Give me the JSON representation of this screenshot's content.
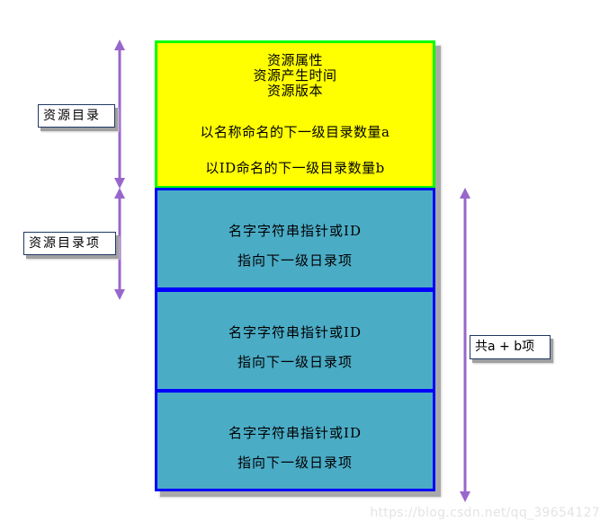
{
  "diagram": {
    "directory_block": {
      "lines": [
        "资源属性",
        "资源产生时间",
        "资源版本"
      ],
      "count_a_text": "以名称命名的下一级目录数量a",
      "count_b_text": "以ID命名的下一级目录数量b",
      "fill_color": "#ffff00",
      "border_color": "#00ff00"
    },
    "entries": [
      {
        "line1": "名字字符串指针或ID",
        "line2": "指向下一级日录项"
      },
      {
        "line1": "名字字符串指针或ID",
        "line2": "指向下一级日录项"
      },
      {
        "line1": "名字字符串指针或ID",
        "line2": "指向下一级日录项"
      }
    ],
    "entry_fill_color": "#4bacc6",
    "entry_border_color": "#0000ff",
    "labels": {
      "directory": "资源目录",
      "entry": "资源目录项",
      "total": "共a + b项"
    },
    "arrow_color": "#9966cc",
    "watermark": "https://blog.csdn.net/qq_39654127"
  }
}
